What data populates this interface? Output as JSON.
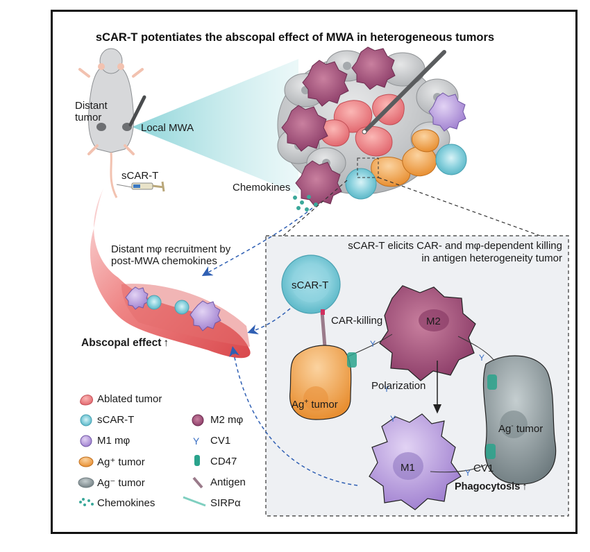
{
  "figure": {
    "title": "sCAR-T potentiates the abscopal effect of MWA in heterogeneous tumors"
  },
  "mouse_panel": {
    "distant_tumor_label_line1": "Distant",
    "distant_tumor_label_line2": "tumor",
    "local_mwa_label": "Local MWA",
    "injection_label": "sCAR-T"
  },
  "tumor_panel": {
    "chemokines_label": "Chemokines"
  },
  "vessel_panel": {
    "recruitment_label_line1": "Distant mφ recruitment by",
    "recruitment_label_line2": "post-MWA chemokines",
    "abscopal_label": "Abscopal effect",
    "abscopal_arrow": "↑"
  },
  "mechanism_panel": {
    "title_line1": "sCAR-T elicits CAR- and mφ-dependent killing",
    "title_line2": "in antigen heterogeneity tumor",
    "scart_cell_label": "sCAR-T",
    "car_killing_label": "CAR-killing",
    "m2_label": "M2",
    "ag_pos_label": "Ag",
    "ag_pos_sup": "+",
    "ag_pos_suffix": " tumor",
    "polarization_label": "Polarization",
    "ag_neg_label": "Ag",
    "ag_neg_sup": "-",
    "ag_neg_suffix": " tumor",
    "m1_label": "M1",
    "cv1_label": "CV1",
    "phagocytosis_label": "Phagocytosis",
    "phagocytosis_arrow": "↑"
  },
  "legend": {
    "left": [
      {
        "icon": "ablated-tumor-icon",
        "label": "Ablated tumor",
        "color": "#e8787c"
      },
      {
        "icon": "scart-icon",
        "label": "sCAR-T",
        "color": "#8fd3df"
      },
      {
        "icon": "m1-macrophage-icon",
        "label": "M1 mφ",
        "color": "#a98bd4"
      },
      {
        "icon": "ag-positive-tumor-icon",
        "label": "Ag⁺ tumor",
        "color": "#f0a04b"
      },
      {
        "icon": "ag-negative-tumor-icon",
        "label": "Ag⁻ tumor",
        "color": "#8a9699"
      },
      {
        "icon": "chemokines-icon",
        "label": "Chemokines",
        "color": "#3aa89a"
      }
    ],
    "right": [
      {
        "icon": "m2-macrophage-icon",
        "label": "M2 mφ",
        "color": "#a0557f"
      },
      {
        "icon": "cv1-icon",
        "label": "CV1",
        "color": "#3a6fc4"
      },
      {
        "icon": "cd47-icon",
        "label": "CD47",
        "color": "#2aa38c"
      },
      {
        "icon": "antigen-icon",
        "label": "Antigen",
        "color": "#9a7a8a"
      },
      {
        "icon": "sirpa-icon",
        "label": "SIRPα",
        "color": "#7fcfc0"
      }
    ]
  },
  "colors": {
    "ablated": "#e8787c",
    "scart": "#8fd3df",
    "m1": "#a98bd4",
    "m2": "#a0557f",
    "ag_pos": "#f0a04b",
    "ag_neg": "#8a9699",
    "normal_cell": "#c9cbcd",
    "vessel": "#e25a5a",
    "dash_blue": "#2f5fb3",
    "panel_bg": "#eef0f3",
    "beam": "#bfe6e8"
  }
}
